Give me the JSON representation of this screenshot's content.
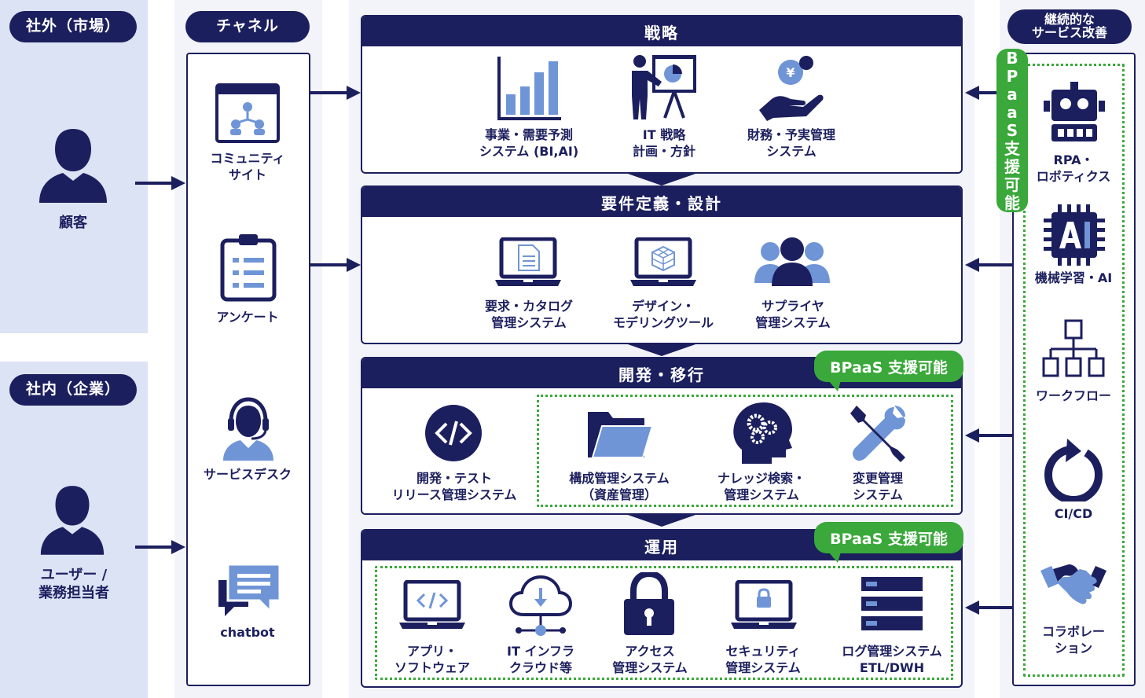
{
  "left": {
    "external_title": "社外（市場）",
    "customer_label": "顧客",
    "internal_title": "社内（企業）",
    "user_label": "ユーザー /\n業務担当者"
  },
  "channel": {
    "title": "チャネル",
    "items": [
      {
        "label": "コミュニティ\nサイト",
        "icon": "community-site-icon"
      },
      {
        "label": "アンケート",
        "icon": "clipboard-icon"
      },
      {
        "label": "サービスデスク",
        "icon": "headset-operator-icon"
      },
      {
        "label": "chatbot",
        "icon": "chat-bubbles-icon"
      }
    ]
  },
  "sections": {
    "strategy": {
      "title": "戦略",
      "items": [
        {
          "label": "事業・需要予測\nシステム (BI,AI)",
          "icon": "bar-chart-icon"
        },
        {
          "label": "IT 戦略\n計画・方針",
          "icon": "presenter-icon"
        },
        {
          "label": "財務・予実管理\nシステム",
          "icon": "hand-coin-icon"
        }
      ]
    },
    "requirements": {
      "title": "要件定義・設計",
      "items": [
        {
          "label": "要求・カタログ\n管理システム",
          "icon": "laptop-document-icon"
        },
        {
          "label": "デザイン・\nモデリングツール",
          "icon": "laptop-cube-icon"
        },
        {
          "label": "サプライヤ\n管理システム",
          "icon": "people-group-icon"
        }
      ]
    },
    "development": {
      "title": "開発・移行",
      "badge": "BPaaS 支援可能",
      "items": [
        {
          "label": "開発・テスト\nリリース管理システム",
          "icon": "code-icon"
        },
        {
          "label": "構成管理システム\n（資産管理）",
          "icon": "folder-icon"
        },
        {
          "label": "ナレッジ検索・\n管理システム",
          "icon": "head-gears-icon"
        },
        {
          "label": "変更管理\nシステム",
          "icon": "tools-icon"
        }
      ]
    },
    "operation": {
      "title": "運用",
      "badge": "BPaaS 支援可能",
      "items": [
        {
          "label": "アプリ・\nソフトウェア",
          "icon": "laptop-code-icon"
        },
        {
          "label": "IT インフラ\nクラウド等",
          "icon": "cloud-network-icon"
        },
        {
          "label": "アクセス\n管理システム",
          "icon": "lock-icon"
        },
        {
          "label": "セキュリティ\n管理システム",
          "icon": "laptop-lock-icon"
        },
        {
          "label": "ログ管理システム\nETL/DWH",
          "icon": "server-icon"
        }
      ]
    }
  },
  "improvement": {
    "title": "継続的な\nサービス改善",
    "badge_chars": [
      "B",
      "P",
      "a",
      "a",
      "S",
      "支",
      "援",
      "可",
      "能"
    ],
    "items": [
      {
        "label": "RPA・\nロボティクス",
        "icon": "robot-icon"
      },
      {
        "label": "機械学習・AI",
        "icon": "ai-chip-icon"
      },
      {
        "label": "ワークフロー",
        "icon": "workflow-icon"
      },
      {
        "label": "CI/CD",
        "icon": "cycle-icon"
      },
      {
        "label": "コラボレー\nション",
        "icon": "handshake-icon"
      }
    ]
  },
  "colors": {
    "navy": "#1c1f5e",
    "accent_blue": "#6f95d6",
    "green": "#3aa83a",
    "light_bg": "#dbe3f4",
    "pale_bg": "#f3f4fa"
  }
}
